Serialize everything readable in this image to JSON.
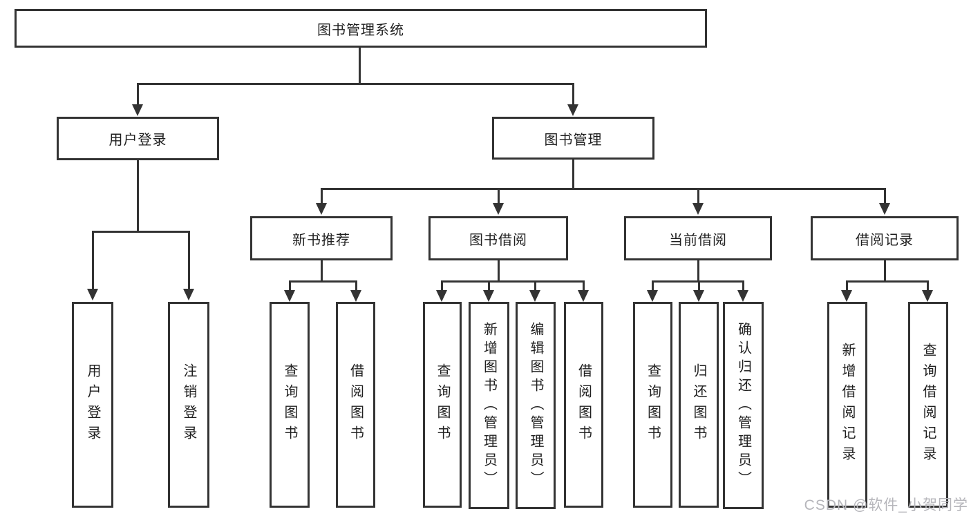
{
  "tree": {
    "root": {
      "label": "图书管理系统"
    },
    "level2": [
      {
        "label": "用户登录"
      },
      {
        "label": "图书管理"
      }
    ],
    "level3": [
      {
        "label": "新书推荐"
      },
      {
        "label": "图书借阅"
      },
      {
        "label": "当前借阅"
      },
      {
        "label": "借阅记录"
      }
    ],
    "leaves": [
      {
        "label": "用户登录"
      },
      {
        "label": "注销登录"
      },
      {
        "label": "查询图书"
      },
      {
        "label": "借阅图书"
      },
      {
        "label": "查询图书"
      },
      {
        "label": "新增图书（管理员）"
      },
      {
        "label": "编辑图书（管理员）"
      },
      {
        "label": "借阅图书"
      },
      {
        "label": "查询图书"
      },
      {
        "label": "归还图书"
      },
      {
        "label": "确认归还（管理员）"
      },
      {
        "label": "新增借阅记录"
      },
      {
        "label": "查询借阅记录"
      }
    ]
  },
  "watermark": {
    "text": "CSDN @软件_小贺同学"
  },
  "colors": {
    "line": "#333333",
    "text": "#1f1f1f",
    "watermark": "#b6b6bb",
    "bg": "#ffffff",
    "box": "#ffffff"
  }
}
